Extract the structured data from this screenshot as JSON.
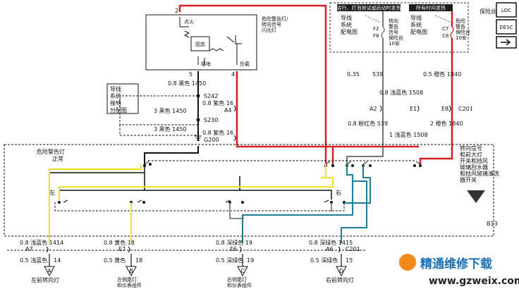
{
  "fuse_box": {
    "title": "保险丝盒",
    "header_left": "运行、灯泡测试或启动时发热",
    "header_right": "所有时间发热",
    "left_box_title": [
      "导线",
      "系统",
      "配电图"
    ],
    "right_box_title": [
      "导线",
      "系统",
      "配电图"
    ],
    "left_fuse": [
      "转向",
      "警告",
      "信号",
      "保险丝",
      "10安"
    ],
    "right_fuse": [
      "危险",
      "警告",
      "保险丝",
      "10安"
    ],
    "pins": {
      "f2": "F2",
      "f8": "F8",
      "c7": "C7",
      "c8": "C8"
    }
  },
  "flasher": {
    "title": [
      "危险警告灯/",
      "转向信号",
      "闪光灯"
    ],
    "ignition": "点火",
    "solid_state": "固态",
    "ground_label": "接地",
    "load_label": "负载",
    "pin_2": "2",
    "pin_5": "5",
    "pin_4": "4"
  },
  "ground_distribution": [
    "导线",
    "系统",
    "接地",
    "分配图"
  ],
  "wires": {
    "w_0_8_black_1450": "0.8  黑色  1450",
    "splice_s242": "S242",
    "w_0_8_purple_16_a": "0.8  紫色  16",
    "connector_a4": "A4",
    "w_3_black_1450_a": "3 黑色  1450",
    "splice_s230": "S230",
    "w_3_black_1450_b": "3 黑色  1450",
    "ground_g200": "G200",
    "w_0_8_purple_16_b": "0.8  紫色  16",
    "w_0_35": "0.35",
    "w_539_top": "539",
    "w_0_5_orange_1840": "0.5  橙色    1840",
    "w_0_8_lightblue_1508": "0.8  浅蓝色    1508",
    "connector_a2": "A2",
    "connector_e1": "E1",
    "connector_e8": "E8",
    "connector_c201": "C201",
    "w_0_8_pink_539": "0.8 粉红色   539",
    "w_2_orange_1840": "2  橙色    1840",
    "w_1_lightblue_1508": "1  浅蓝色    1508"
  },
  "switch": {
    "hazard_label": "危险警告灯",
    "normal_label": "正常",
    "right_title": [
      "转向信号",
      "和前大灯",
      "开关和挡风",
      "玻璃刮水器",
      "和挡风玻璃清洗",
      "器开关"
    ],
    "left_label": "左",
    "right_label": "右"
  },
  "outputs": [
    {
      "top": "0.8  浅蓝色  1414",
      "conn": "A7",
      "bottom": "0.5   浅蓝色",
      "pin": "14",
      "letter": "A",
      "label": [
        "左前转向灯"
      ]
    },
    {
      "top": "0.8  黄色     18",
      "conn": "E7",
      "bottom": "0.5   黄色",
      "pin": "18",
      "letter": "B",
      "label": [
        "左侧尾灯",
        "和仪表组件"
      ]
    },
    {
      "top": "0.8  深绿色   19",
      "conn": "E6",
      "bottom": "0.5   深绿色",
      "pin": "19",
      "letter": "C",
      "label": [
        "右侧尾灯",
        "和仪表组件"
      ]
    },
    {
      "top": "0.8  深绿色  1415",
      "conn": "A6",
      "conn2": "C201",
      "bottom": "0.5   深绿色",
      "pin": "15",
      "letter": "D",
      "label": [
        "右前转向灯"
      ]
    }
  ],
  "page_code": "B13",
  "side_buttons": {
    "loc": "LOC",
    "desc": "DESC"
  },
  "watermark": {
    "text": "精通维修下载",
    "url": "www.gzweix.com"
  },
  "colors": {
    "red": "#d81e1e",
    "yellow": "#f0e02a",
    "teal": "#1b7f9a",
    "black": "#111111",
    "gray": "#666666"
  }
}
